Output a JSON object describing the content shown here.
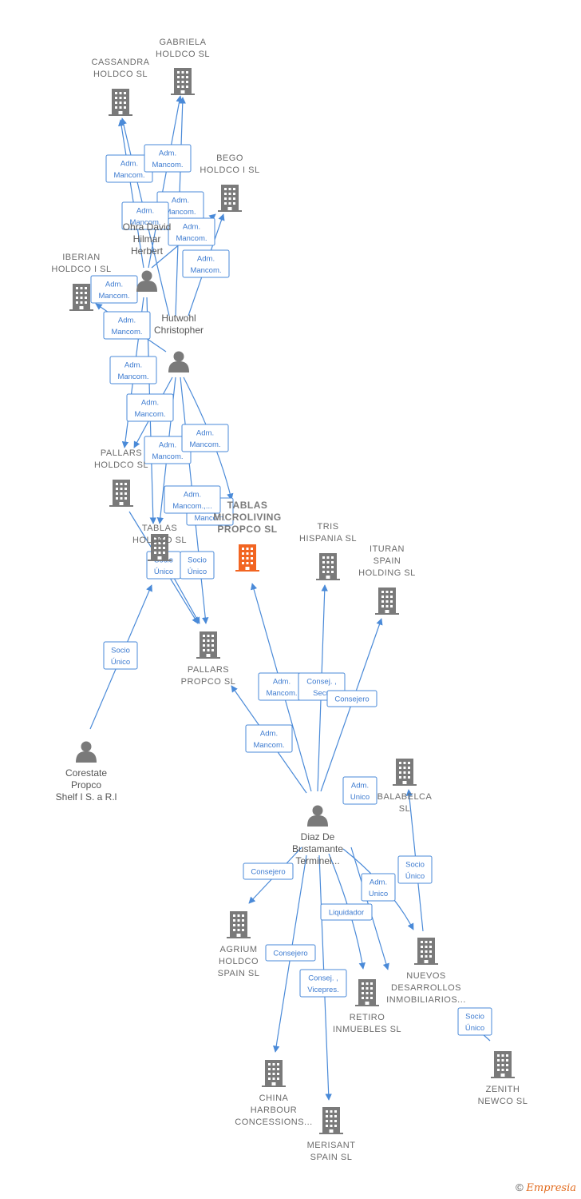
{
  "colors": {
    "edge": "#4a8ad8",
    "building": "#7a7a7a",
    "building_highlight": "#f26522",
    "person": "#7a7a7a"
  },
  "nodes": [
    {
      "id": "gabriela",
      "type": "company",
      "lines": [
        "GABRIELA",
        "HOLDCO  SL"
      ]
    },
    {
      "id": "cassandra",
      "type": "company",
      "lines": [
        "CASSANDRA",
        "HOLDCO  SL"
      ]
    },
    {
      "id": "bego",
      "type": "company",
      "lines": [
        "BEGO",
        "HOLDCO I  SL"
      ]
    },
    {
      "id": "ohra",
      "type": "person",
      "lines": [
        "Ohra David",
        "Hilmar",
        "Herbert"
      ]
    },
    {
      "id": "iberian",
      "type": "company",
      "lines": [
        "IBERIAN",
        "HOLDCO I  SL"
      ]
    },
    {
      "id": "hutwohl",
      "type": "person",
      "lines": [
        "Hutwohl",
        "Christopher"
      ]
    },
    {
      "id": "pallars_holdco",
      "type": "company",
      "lines": [
        "PALLARS",
        "HOLDCO  SL"
      ]
    },
    {
      "id": "tablas_holdco",
      "type": "company",
      "lines": [
        "TABLAS",
        "HOLDCO  SL"
      ]
    },
    {
      "id": "tablas_micro",
      "type": "company_main",
      "lines": [
        "TABLAS",
        "MICROLIVING",
        "PROPCO  SL"
      ]
    },
    {
      "id": "tris",
      "type": "company",
      "lines": [
        "TRIS",
        "HISPANIA  SL"
      ]
    },
    {
      "id": "ituran",
      "type": "company",
      "lines": [
        "ITURAN",
        "SPAIN",
        "HOLDING  SL"
      ]
    },
    {
      "id": "pallars_propco",
      "type": "company",
      "lines": [
        "PALLARS",
        "PROPCO  SL"
      ]
    },
    {
      "id": "corestate",
      "type": "person",
      "lines": [
        "Corestate",
        "Propco",
        "Shelf I S. a R.l"
      ]
    },
    {
      "id": "balabelca",
      "type": "company",
      "lines": [
        "BALABELCA",
        "SL"
      ]
    },
    {
      "id": "diaz",
      "type": "person",
      "lines": [
        "Diaz De",
        "Bustamante",
        "Terminel..."
      ]
    },
    {
      "id": "agrium",
      "type": "company",
      "lines": [
        "AGRIUM",
        "HOLDCO",
        "SPAIN SL"
      ]
    },
    {
      "id": "nuevos",
      "type": "company",
      "lines": [
        "NUEVOS",
        "DESARROLLOS",
        "INMOBILIARIOS..."
      ]
    },
    {
      "id": "retiro",
      "type": "company",
      "lines": [
        "RETIRO",
        "INMUEBLES SL"
      ]
    },
    {
      "id": "zenith",
      "type": "company",
      "lines": [
        "ZENITH",
        "NEWCO  SL"
      ]
    },
    {
      "id": "china",
      "type": "company",
      "lines": [
        "CHINA",
        "HARBOUR",
        "CONCESSIONS..."
      ]
    },
    {
      "id": "merisant",
      "type": "company",
      "lines": [
        "MERISANT",
        "SPAIN SL"
      ]
    }
  ],
  "edge_labels": [
    [
      "Adm.",
      "Mancom."
    ],
    [
      "Adm.",
      "Mancom."
    ],
    [
      "Adm.",
      "Mancom."
    ],
    [
      "Adm.",
      "Mancom."
    ],
    [
      "Adm.",
      "Mancom."
    ],
    [
      "Adm.",
      "Mancom."
    ],
    [
      "Adm.",
      "Mancom."
    ],
    [
      "Adm.",
      "Mancom."
    ],
    [
      "Adm.",
      "Mancom."
    ],
    [
      "Adm.",
      "Mancom."
    ],
    [
      "Adm.",
      "Mancom."
    ],
    [
      "Adm.",
      "Mancom."
    ],
    [
      "Adm.",
      "Mancom."
    ],
    [
      "Adm.",
      "Mancom.,..."
    ],
    [
      "Socio",
      "Único"
    ],
    [
      "Socio",
      "Único"
    ],
    [
      "Socio",
      "Único"
    ],
    [
      "Adm.",
      "Mancom."
    ],
    [
      "Consej. ,",
      "Secr."
    ],
    [
      "Consejero"
    ],
    [
      "Adm.",
      "Mancom."
    ],
    [
      "Adm.",
      "Unico"
    ],
    [
      "Socio",
      "Único"
    ],
    [
      "Consejero"
    ],
    [
      "Adm.",
      "Unico"
    ],
    [
      "Liquidador"
    ],
    [
      "Consejero"
    ],
    [
      "Consej. ,",
      "Vicepres."
    ],
    [
      "Socio",
      "Único"
    ]
  ],
  "footer": {
    "copyright": "©",
    "brand": "Empresia"
  }
}
